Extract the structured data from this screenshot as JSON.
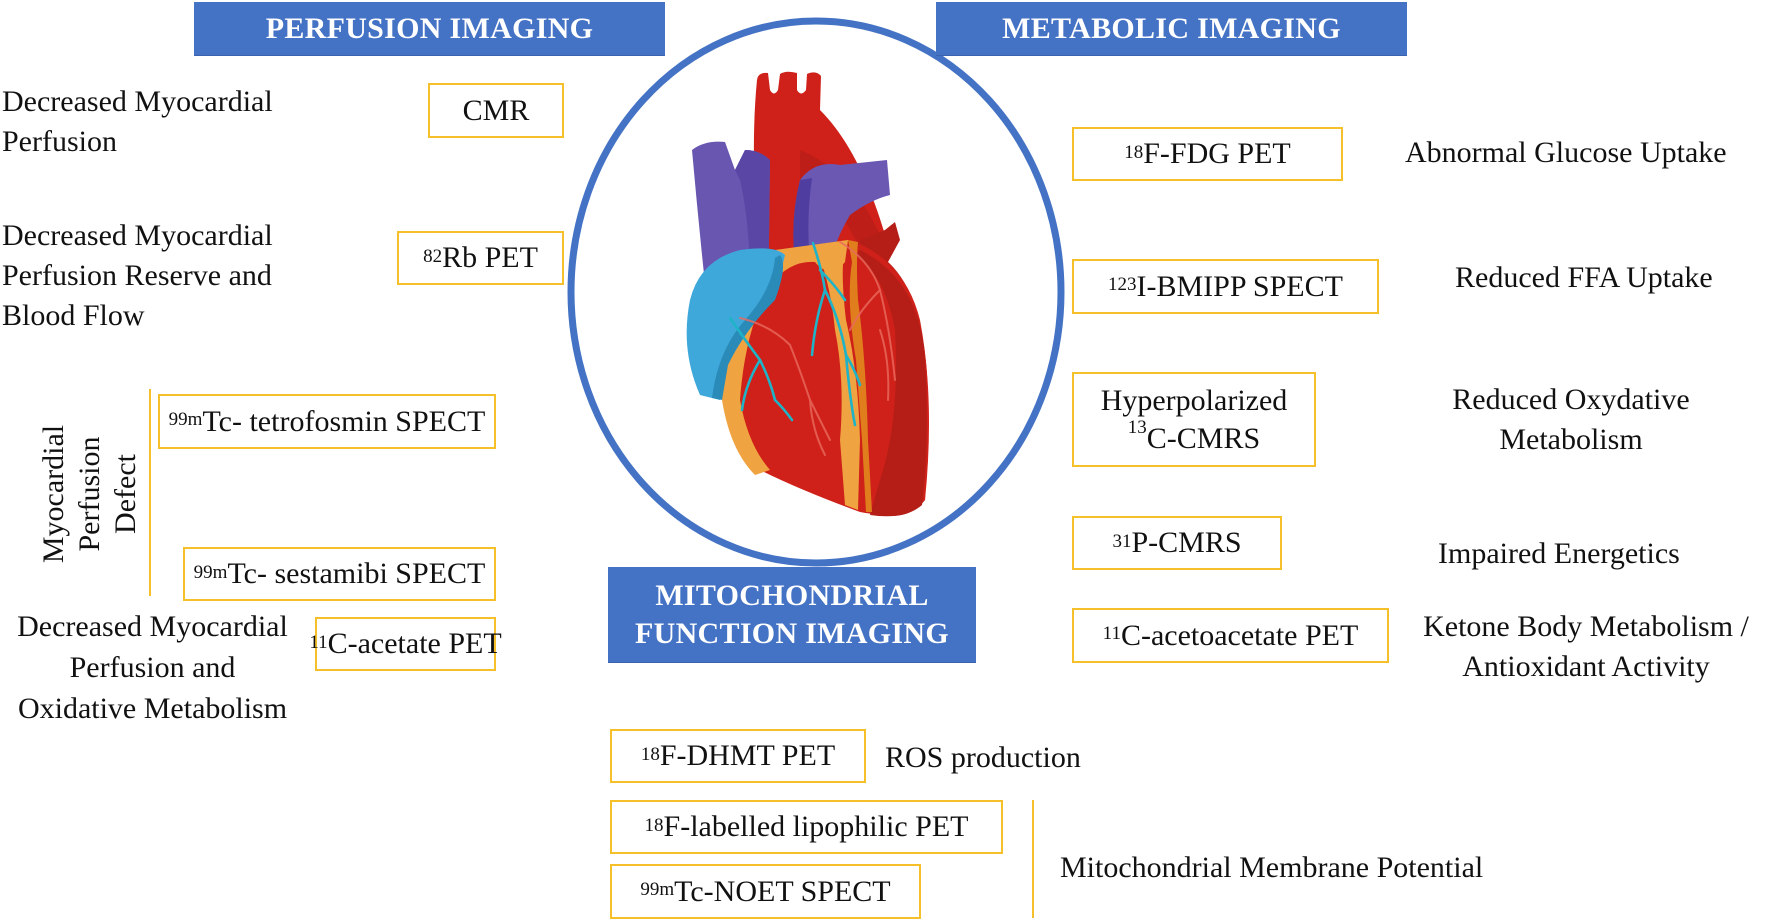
{
  "headers": {
    "perfusion": "PERFUSION IMAGING",
    "metabolic": "METABOLIC IMAGING",
    "mitochondrial_line1": "MITOCHONDRIAL",
    "mitochondrial_line2": "FUNCTION IMAGING"
  },
  "colors": {
    "banner_blue": "#4472c4",
    "box_border": "#f5c02a",
    "circle": "#4472c4"
  },
  "perfusion": {
    "rows": [
      {
        "finding_lines": [
          "Decreased Myocardial",
          "Perfusion"
        ],
        "modality_sup": "",
        "modality": "CMR"
      },
      {
        "finding_lines": [
          "Decreased Myocardial",
          "Perfusion Reserve and",
          "Blood Flow"
        ],
        "modality_sup": "82",
        "modality": "Rb PET"
      },
      {
        "modality_sup": "99m",
        "modality": "Tc- tetrofosmin SPECT"
      },
      {
        "modality_sup": "99m",
        "modality": "Tc- sestamibi SPECT"
      },
      {
        "finding_lines": [
          "Decreased Myocardial",
          "Perfusion and",
          "Oxidative Metabolism"
        ],
        "modality_sup": "11",
        "modality": "C-acetate PET"
      }
    ],
    "group_label_lines": [
      "Myocardial",
      "Perfusion",
      "Defect"
    ]
  },
  "metabolic": {
    "rows": [
      {
        "modality_sup": "18",
        "modality": "F-FDG PET",
        "finding_lines": [
          "Abnormal Glucose Uptake"
        ]
      },
      {
        "modality_sup": "123",
        "modality": "I-BMIPP SPECT",
        "finding_lines": [
          "Reduced FFA Uptake"
        ]
      },
      {
        "modality_prefix": "Hyperpolarized",
        "modality_sup": "13",
        "modality": "C-CMRS",
        "finding_lines": [
          "Reduced Oxydative",
          "Metabolism"
        ]
      },
      {
        "modality_sup": "31",
        "modality": "P-CMRS",
        "finding_lines": [
          "Impaired Energetics"
        ]
      },
      {
        "modality_sup": "11",
        "modality": "C-acetoacetate PET",
        "finding_lines": [
          "Ketone Body Metabolism /",
          "Antioxidant Activity"
        ]
      }
    ]
  },
  "mitochondrial": {
    "rows": [
      {
        "modality_sup": "18",
        "modality": "F-DHMT PET",
        "finding": "ROS production"
      },
      {
        "modality_sup": "18",
        "modality": "F-labelled lipophilic PET"
      },
      {
        "modality_sup": "99m",
        "modality": "Tc-NOET SPECT"
      }
    ],
    "group_finding": "Mitochondrial Membrane Potential"
  },
  "center_image": "heart-illustration"
}
